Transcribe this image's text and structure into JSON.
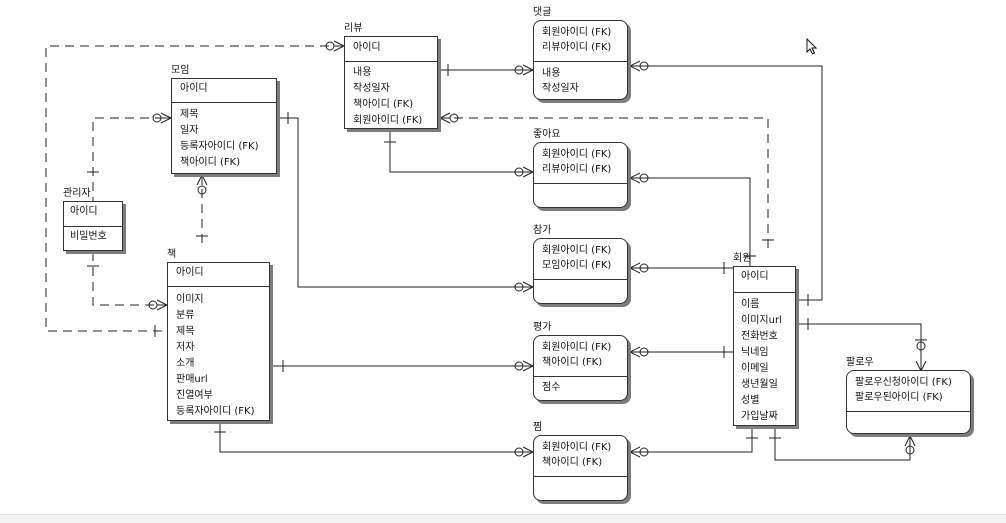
{
  "entities": {
    "review": {
      "title": "리뷰",
      "key": "아이디",
      "attrs": [
        "내용",
        "작성일자",
        "책아이디 (FK)",
        "회원아이디 (FK)"
      ]
    },
    "comment": {
      "title": "댓글",
      "keys": [
        "회원아이디 (FK)",
        "리뷰아이디 (FK)"
      ],
      "attrs": [
        "내용",
        "작성일자"
      ]
    },
    "meeting": {
      "title": "모임",
      "key": "아이디",
      "attrs": [
        "제목",
        "일자",
        "등록자아이디 (FK)",
        "책아이디 (FK)"
      ]
    },
    "like": {
      "title": "좋아요",
      "keys": [
        "회원아이디 (FK)",
        "리뷰아이디 (FK)"
      ]
    },
    "admin": {
      "title": "관리자",
      "key": "아이디",
      "attrs": [
        "비밀번호"
      ]
    },
    "participation": {
      "title": "참가",
      "keys": [
        "회원아이디 (FK)",
        "모임아이디 (FK)"
      ]
    },
    "book": {
      "title": "책",
      "key": "아이디",
      "attrs": [
        "이미지",
        "분류",
        "제목",
        "저자",
        "소개",
        "판매url",
        "진열여부",
        "등록자아이디 (FK)"
      ]
    },
    "rating": {
      "title": "평가",
      "keys": [
        "회원아이디 (FK)",
        "책아이디 (FK)"
      ],
      "attrs": [
        "점수"
      ]
    },
    "member": {
      "title": "회원",
      "key": "아이디",
      "attrs": [
        "이름",
        "이미지url",
        "전화번호",
        "닉네임",
        "이메일",
        "생년월일",
        "성별",
        "가입날짜"
      ]
    },
    "follow": {
      "title": "팔로우",
      "keys": [
        "팔로우신청아이디 (FK)",
        "팔로우된아이디 (FK)"
      ]
    },
    "wish": {
      "title": "찜",
      "keys": [
        "회원아이디 (FK)",
        "책아이디 (FK)"
      ]
    }
  }
}
